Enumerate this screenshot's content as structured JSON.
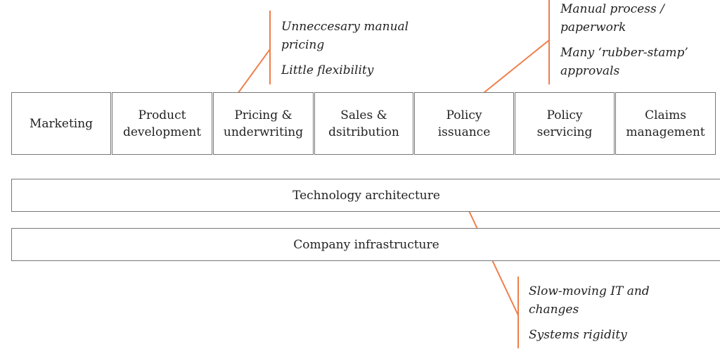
{
  "colors": {
    "border": "#777777",
    "connector": "#ee7f4a",
    "text": "#222222"
  },
  "stages": [
    {
      "lines": [
        "Marketing"
      ]
    },
    {
      "lines": [
        "Product",
        "development"
      ]
    },
    {
      "lines": [
        "Pricing &",
        "underwriting"
      ]
    },
    {
      "lines": [
        "Sales &",
        "dsitribution"
      ]
    },
    {
      "lines": [
        "Policy",
        "issuance"
      ]
    },
    {
      "lines": [
        "Policy",
        "servicing"
      ]
    },
    {
      "lines": [
        "Claims",
        "management"
      ]
    }
  ],
  "layers": {
    "technology": "Technology architecture",
    "infrastructure": "Company infrastructure"
  },
  "annotations": {
    "pricing": {
      "pain1": [
        "Unneccesary manual",
        "pricing"
      ],
      "pain2": [
        "Little flexibility"
      ]
    },
    "issuance_servicing": {
      "pain1": [
        "Manual process /",
        "paperwork"
      ],
      "pain2": [
        "Many ‘rubber-stamp’",
        "approvals"
      ]
    },
    "technology": {
      "pain1": [
        "Slow-moving IT and",
        "changes"
      ],
      "pain2": [
        "Systems rigidity"
      ]
    }
  }
}
